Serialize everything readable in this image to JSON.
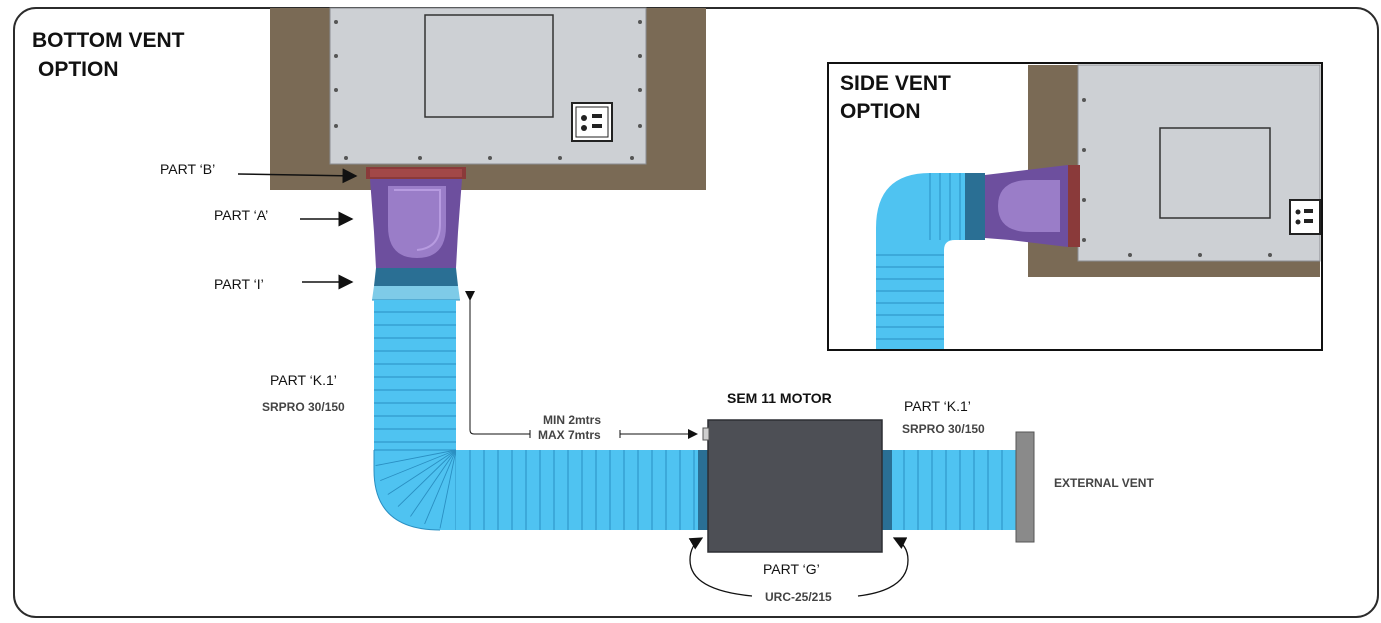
{
  "bottom_option": {
    "line1": "BOTTOM VENT",
    "line2": "OPTION"
  },
  "side_option": {
    "line1": "SIDE VENT",
    "line2": "OPTION"
  },
  "labels": {
    "part_b": "PART ‘B’",
    "part_a": "PART ‘A’",
    "part_i": "PART ‘I’",
    "part_k1_left": "PART ‘K.1’",
    "srpro_left": "SRPRO 30/150",
    "min_length": "MIN 2mtrs",
    "max_length": "MAX 7mtrs",
    "motor": "SEM 11 MOTOR",
    "part_k1_right": "PART ‘K.1’",
    "srpro_right": "SRPRO 30/150",
    "external_vent": "EXTERNAL VENT",
    "part_g": "PART ‘G’",
    "urc": "URC-25/215"
  },
  "colors": {
    "frame": "#2b2b2b",
    "wall": "#7a6a55",
    "panel": "#cdd0d4",
    "duct": "#4fc3f1",
    "duct_line": "#2a8fc2",
    "adapter": "#6d4f9e",
    "collar": "#2a6f94",
    "motor": "#4d4f55",
    "vent": "#8a8a8a"
  }
}
